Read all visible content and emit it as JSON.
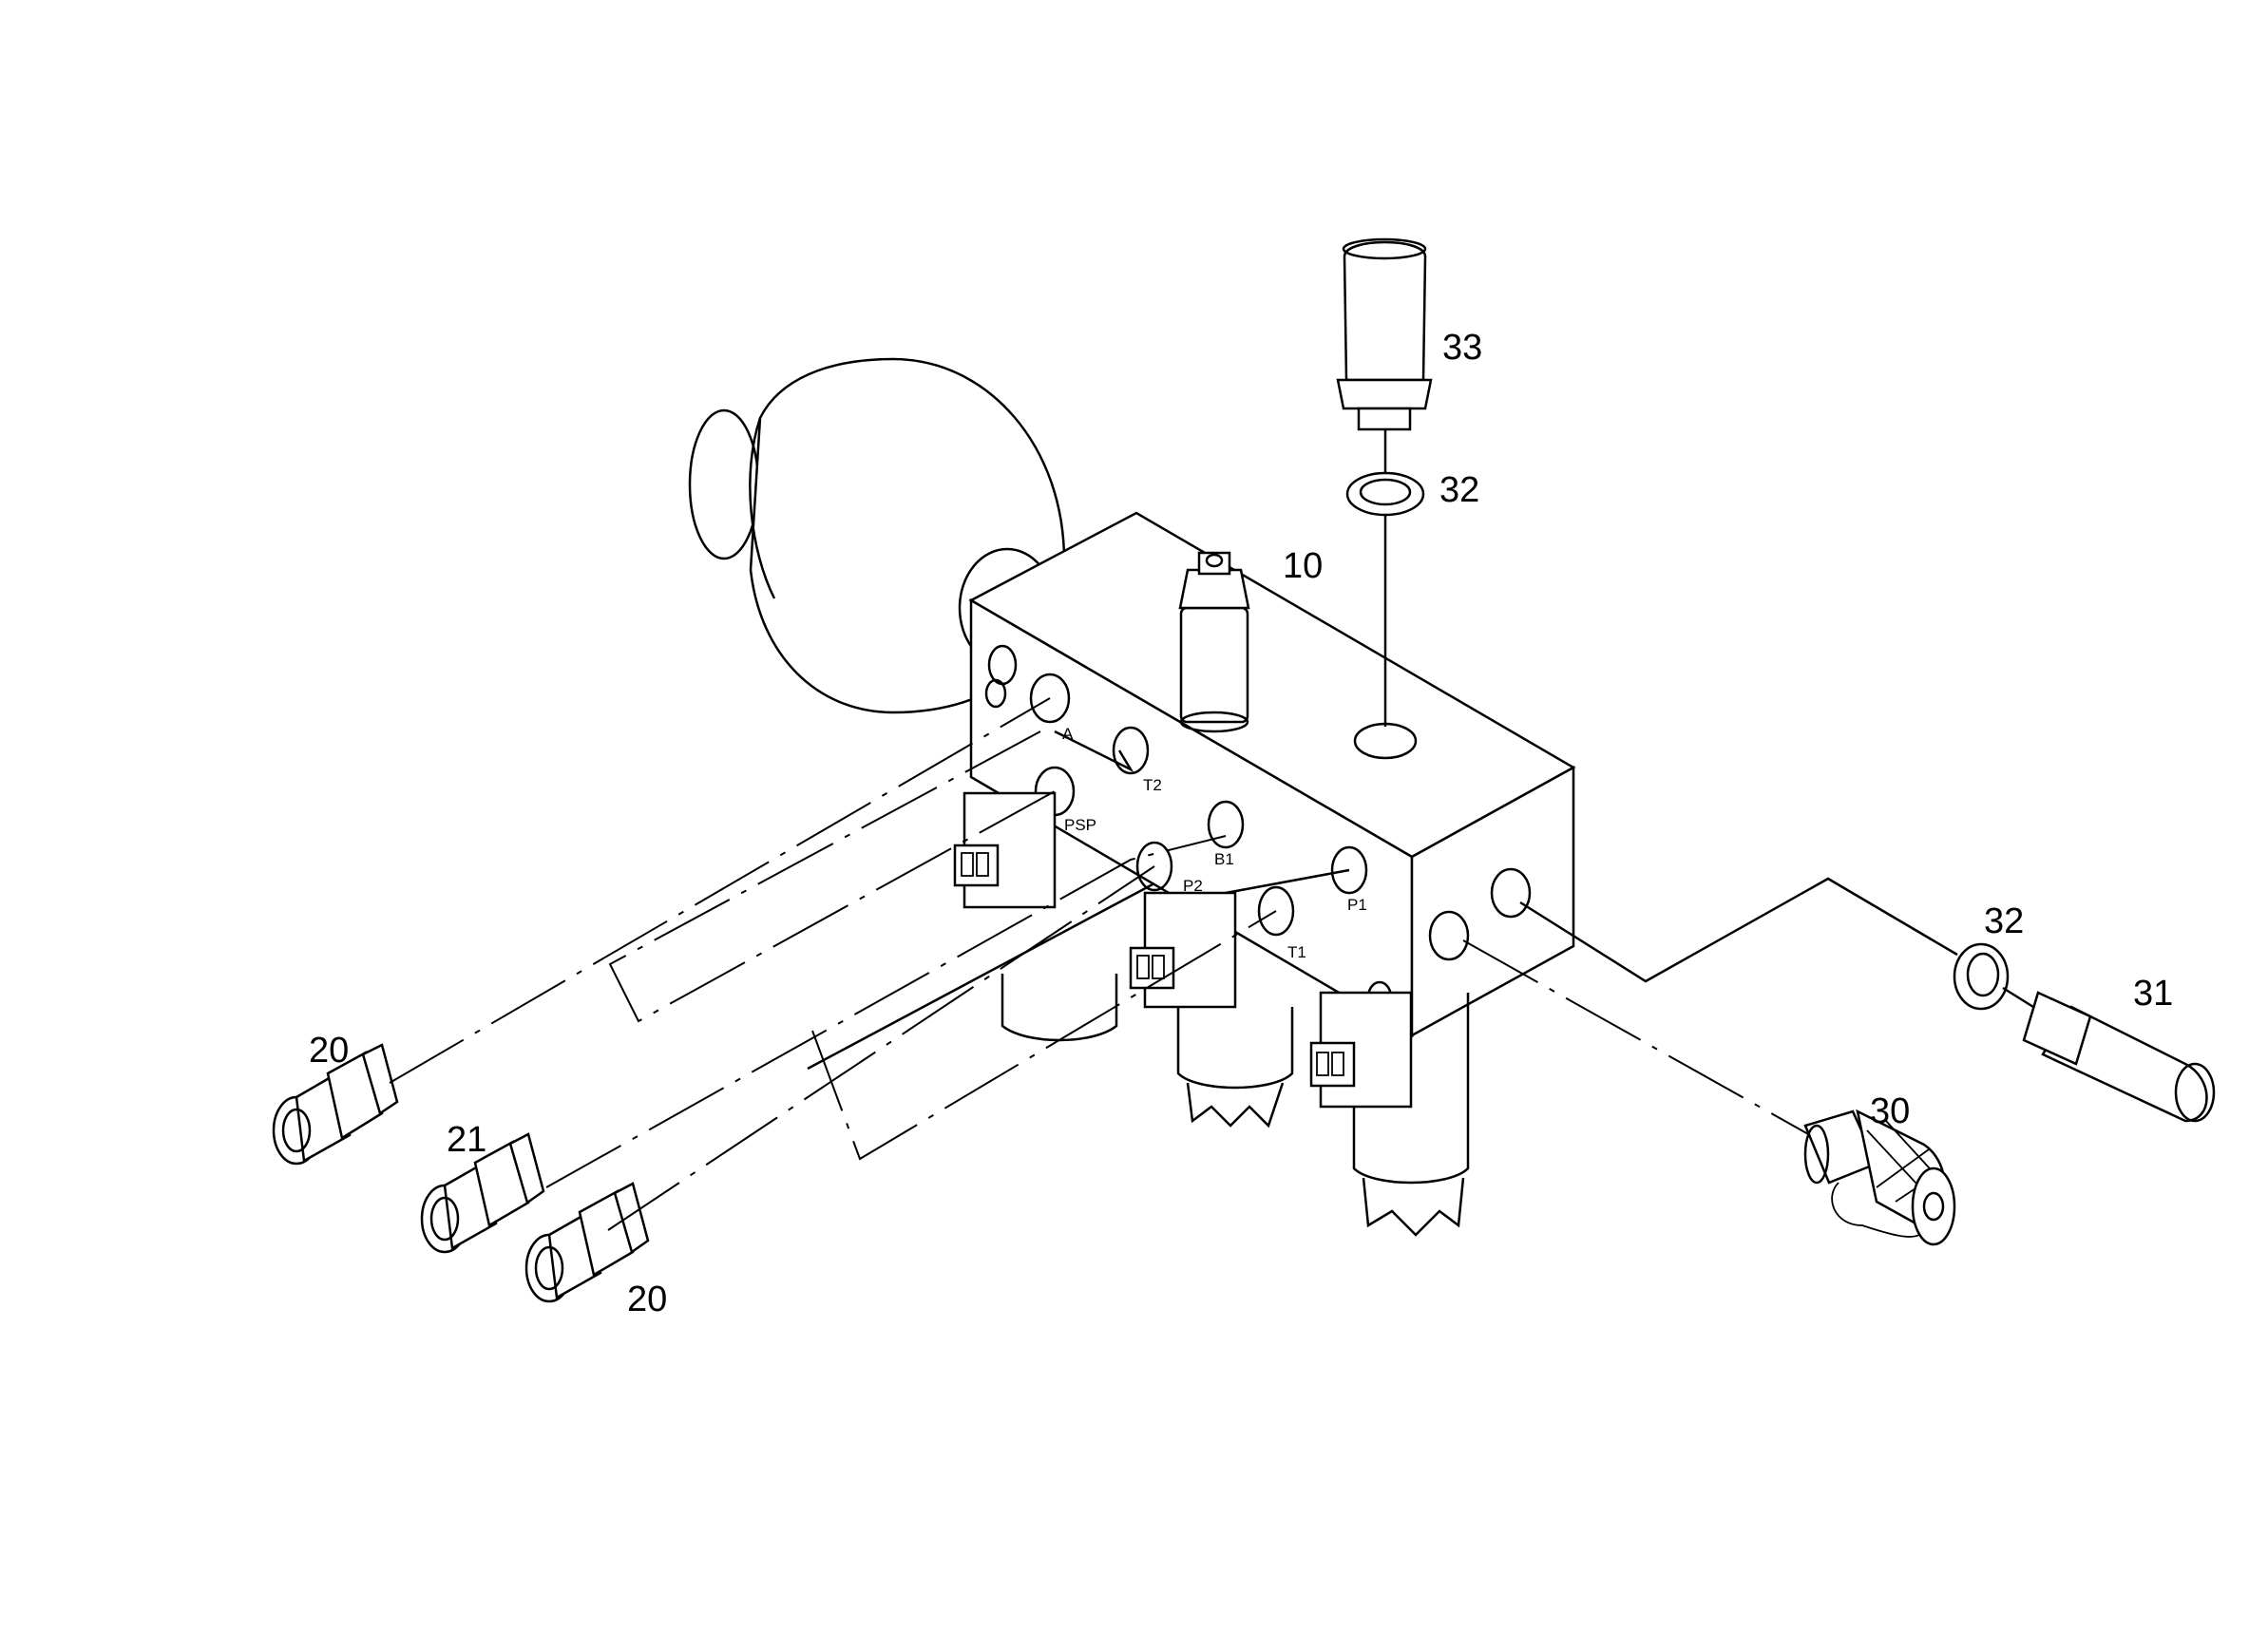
{
  "callouts": {
    "c10": "10",
    "c20a": "20",
    "c20b": "20",
    "c21": "21",
    "c30": "30",
    "c31": "31",
    "c32a": "32",
    "c32b": "32",
    "c33": "33"
  },
  "ports": {
    "a": "A",
    "t2": "T2",
    "psp": "PSP",
    "b1": "B1",
    "p2": "P2",
    "p1": "P1",
    "t1": "T1"
  }
}
